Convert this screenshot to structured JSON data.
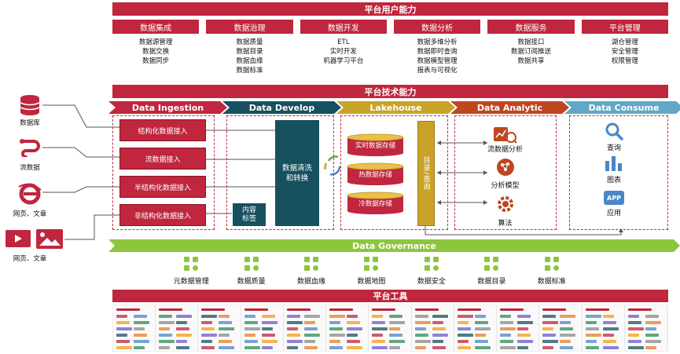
{
  "top": {
    "title": "平台用户能力",
    "capabilities": [
      {
        "header": "数据集成",
        "items": [
          "数据源管理",
          "数据交换",
          "数据同步"
        ]
      },
      {
        "header": "数据治理",
        "items": [
          "数据质量",
          "数据目录",
          "数据血缘",
          "数据标准"
        ]
      },
      {
        "header": "数据开发",
        "items": [
          "ETL",
          "实时开发",
          "机器学习平台"
        ]
      },
      {
        "header": "数据分析",
        "items": [
          "数据多维分析",
          "数据即时查询",
          "数据模型管理",
          "报表与可视化"
        ]
      },
      {
        "header": "数据服务",
        "items": [
          "数据接口",
          "数据订阅推送",
          "数据共享"
        ]
      },
      {
        "header": "平台管理",
        "items": [
          "湖仓管理",
          "安全管理",
          "权限管理"
        ]
      }
    ]
  },
  "tech": {
    "title": "平台技术能力",
    "stages": [
      {
        "label": "Data Ingestion",
        "color": "#c0263d"
      },
      {
        "label": "Data Develop",
        "color": "#17505e"
      },
      {
        "label": "Lakehouse",
        "color": "#c9a227"
      },
      {
        "label": "Data Analytic",
        "color": "#c0461f"
      },
      {
        "label": "Data Consume",
        "color": "#5fa8c6"
      }
    ]
  },
  "sources": [
    {
      "label": "数据库",
      "icon": "database-icon"
    },
    {
      "label": "流数据",
      "icon": "stream-icon"
    },
    {
      "label": "网页、文章",
      "icon": "ie-browser-icon"
    },
    {
      "label": "网页、文章",
      "icon": "video-image-icon"
    }
  ],
  "ingestion": [
    "结构化数据接入",
    "流数据接入",
    "半结构化数据接入",
    "非结构化数据接入"
  ],
  "develop": {
    "main": "数据清洗\n和转换",
    "content_tag": "内容\n标签"
  },
  "lakehouse": {
    "stores": [
      "实时数据存储",
      "热数据存储",
      "冷数据存储"
    ],
    "query": "目录/查询"
  },
  "analytic": [
    {
      "label": "流数据分析",
      "icon": "chart-analysis-icon"
    },
    {
      "label": "分析模型",
      "icon": "brain-model-icon"
    },
    {
      "label": "算法",
      "icon": "algorithm-icon"
    }
  ],
  "consume": [
    {
      "label": "查询",
      "icon": "magnifier-icon"
    },
    {
      "label": "图表",
      "icon": "bar-chart-icon"
    },
    {
      "label": "应用",
      "icon": "app-icon",
      "icon_text": "APP"
    }
  ],
  "governance": {
    "title": "Data Governance",
    "items": [
      {
        "label": "元数据管理",
        "icon": "metadata-icon"
      },
      {
        "label": "数据质量",
        "icon": "quality-icon"
      },
      {
        "label": "数据血缘",
        "icon": "lineage-icon"
      },
      {
        "label": "数据地图",
        "icon": "datamap-icon"
      },
      {
        "label": "数据安全",
        "icon": "security-icon"
      },
      {
        "label": "数据目录",
        "icon": "catalog-icon"
      },
      {
        "label": "数据标准",
        "icon": "standard-icon"
      }
    ]
  },
  "tools": {
    "title": "平台工具"
  },
  "colors": {
    "red": "#c0263d",
    "teal": "#17505e",
    "gold": "#c9a227",
    "orange": "#c0461f",
    "lightblue": "#5fa8c6",
    "green": "#8cc63f"
  }
}
